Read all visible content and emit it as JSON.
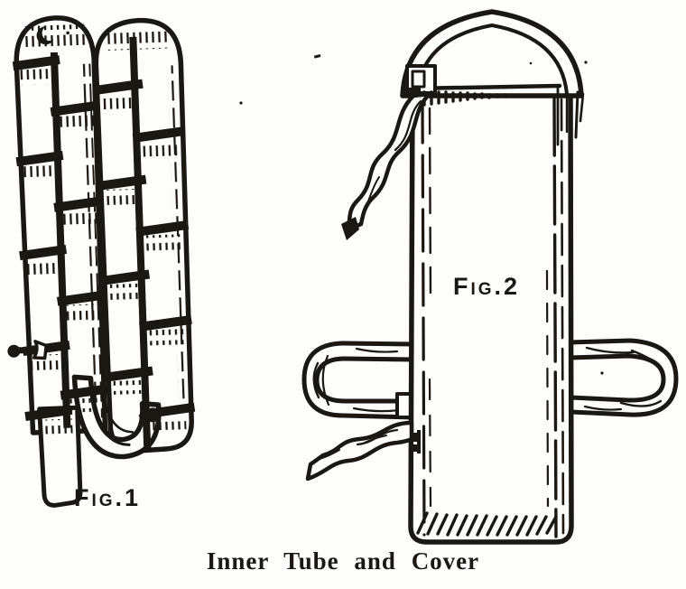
{
  "illustration": {
    "caption": "Inner Tube and Cover",
    "figures": [
      {
        "label": "Fig.1"
      },
      {
        "label": "Fig.2"
      }
    ],
    "ink_color": "#1b1713",
    "paper_color": "#fdfdfb"
  }
}
